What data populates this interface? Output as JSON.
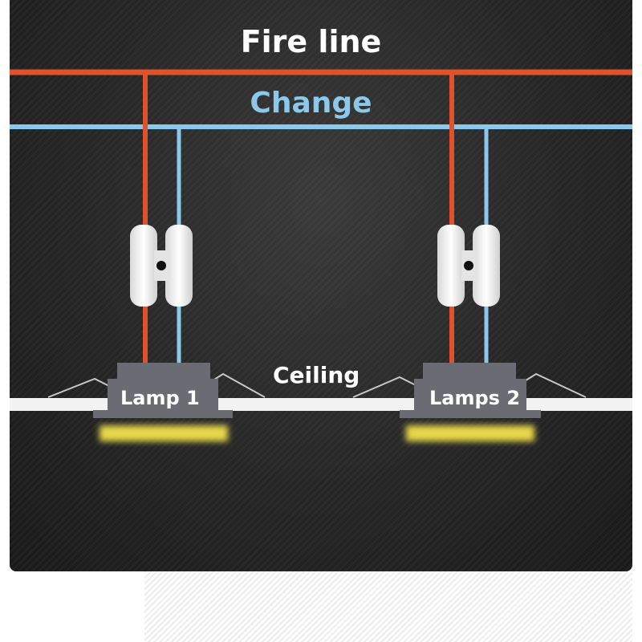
{
  "labels": {
    "fire_line": "Fire line",
    "change": "Change",
    "ceiling": "Ceiling",
    "lamp_1": "Lamp 1",
    "lamp_2": "Lamps 2"
  },
  "colors": {
    "fire_line": "#e0522a",
    "change": "#8cc8ea",
    "ceiling": "#f2f2f2",
    "lamp_body": "#6b6b73",
    "lamp_light": "#e8d64a",
    "connector": "#f4f4f4",
    "text": "#ffffff"
  },
  "icons": {
    "connector": "wire-connector-icon",
    "lamp": "downlight-icon"
  }
}
